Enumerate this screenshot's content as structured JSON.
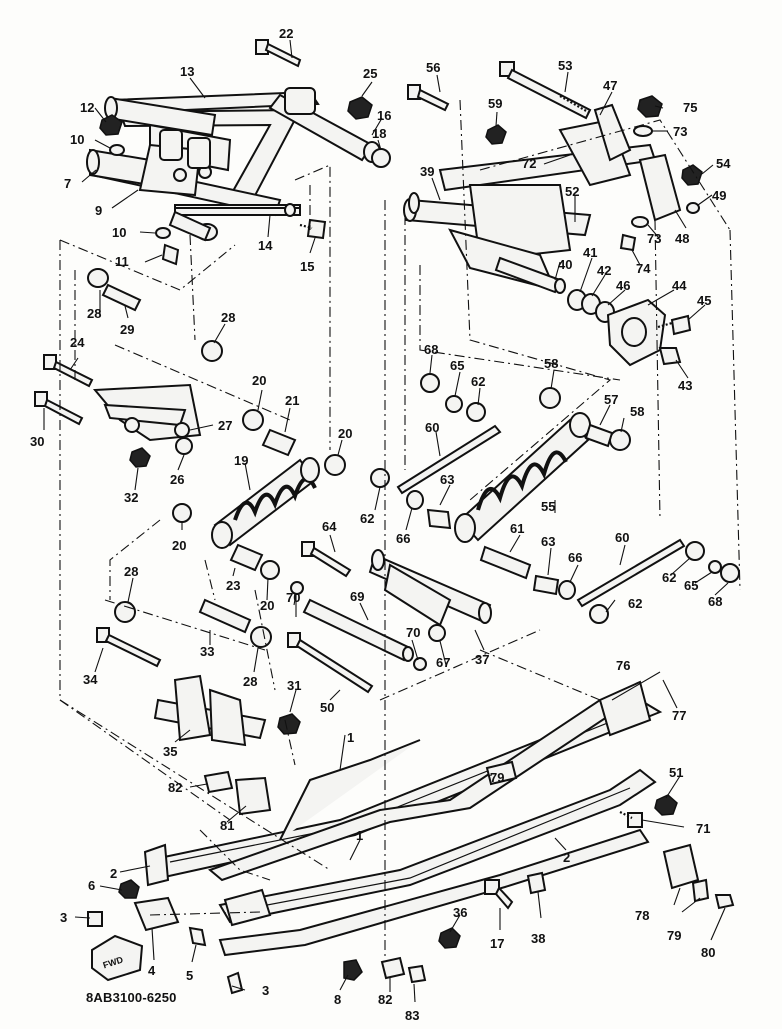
{
  "catalog_code": "8AB3100-6250",
  "fwd_label": "FWD",
  "callouts": [
    "1",
    "1",
    "2",
    "2",
    "3",
    "3",
    "4",
    "5",
    "6",
    "7",
    "8",
    "9",
    "10",
    "10",
    "11",
    "12",
    "13",
    "14",
    "15",
    "16",
    "17",
    "18",
    "19",
    "20",
    "20",
    "20",
    "20",
    "20",
    "21",
    "22",
    "23",
    "24",
    "25",
    "26",
    "27",
    "28",
    "28",
    "28",
    "28",
    "29",
    "30",
    "31",
    "32",
    "33",
    "34",
    "35",
    "36",
    "37",
    "38",
    "39",
    "40",
    "41",
    "42",
    "43",
    "44",
    "45",
    "46",
    "47",
    "48",
    "49",
    "50",
    "51",
    "52",
    "53",
    "54",
    "55",
    "56",
    "57",
    "58",
    "58",
    "59",
    "60",
    "60",
    "61",
    "62",
    "62",
    "62",
    "62",
    "63",
    "63",
    "64",
    "65",
    "65",
    "66",
    "66",
    "67",
    "68",
    "68",
    "69",
    "70",
    "70",
    "71",
    "72",
    "73",
    "73",
    "74",
    "75",
    "76",
    "77",
    "78",
    "79",
    "79",
    "80",
    "81",
    "82",
    "82",
    "83"
  ]
}
